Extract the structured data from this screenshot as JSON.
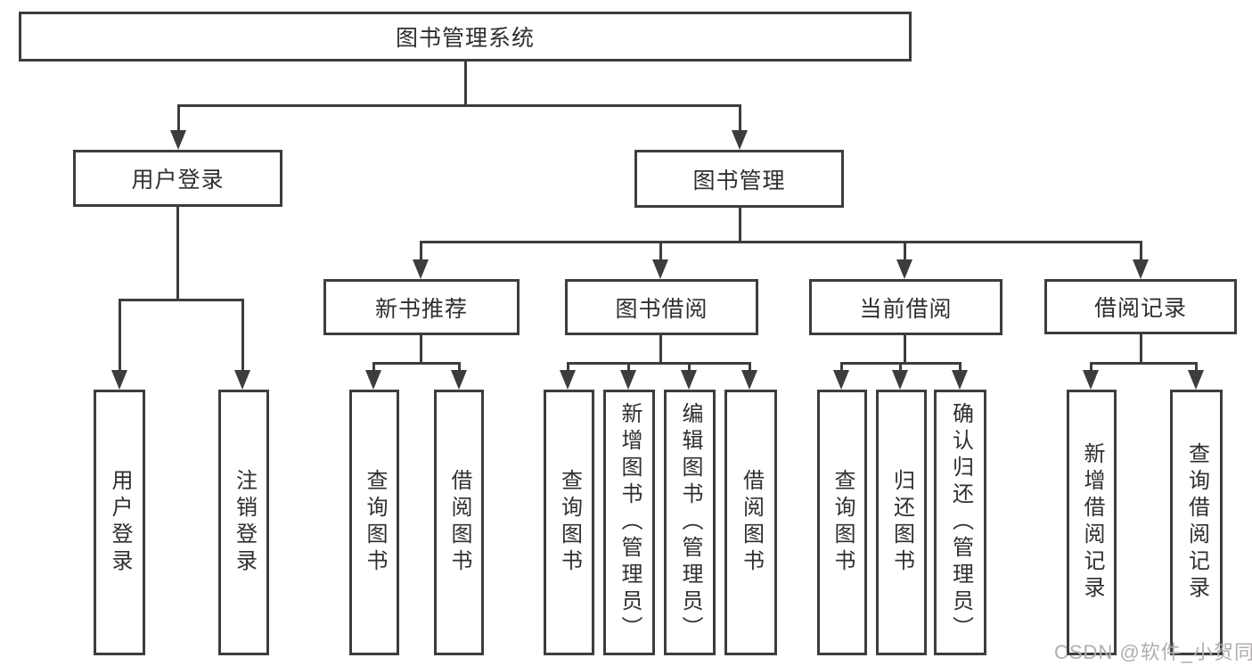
{
  "diagram": {
    "root": {
      "label": "图书管理系统"
    },
    "level2": {
      "user_login": {
        "label": "用户登录"
      },
      "book_mgmt": {
        "label": "图书管理"
      }
    },
    "level3": {
      "new_book": {
        "label": "新书推荐"
      },
      "book_borrow": {
        "label": "图书借阅"
      },
      "current_borrow": {
        "label": "当前借阅"
      },
      "borrow_record": {
        "label": "借阅记录"
      }
    },
    "leaves": {
      "user_login": {
        "a": "用户登录",
        "b": "注销登录"
      },
      "new_book": {
        "a": "查询图书",
        "b": "借阅图书"
      },
      "book_borrow": {
        "a": "查询图书",
        "b": "新增图书（管理员）",
        "c": "编辑图书（管理员）",
        "d": "借阅图书"
      },
      "current_borrow": {
        "a": "查询图书",
        "b": "归还图书",
        "c": "确认归还（管理员）"
      },
      "borrow_record": {
        "a": "新增借阅记录",
        "b": "查询借阅记录"
      }
    }
  },
  "watermark": {
    "text": "CSDN @软件_小贺同学"
  },
  "colors": {
    "line": "#3d3d3d",
    "text": "#2f2f2f",
    "background": "#ffffff",
    "watermark": "#b3adad"
  }
}
